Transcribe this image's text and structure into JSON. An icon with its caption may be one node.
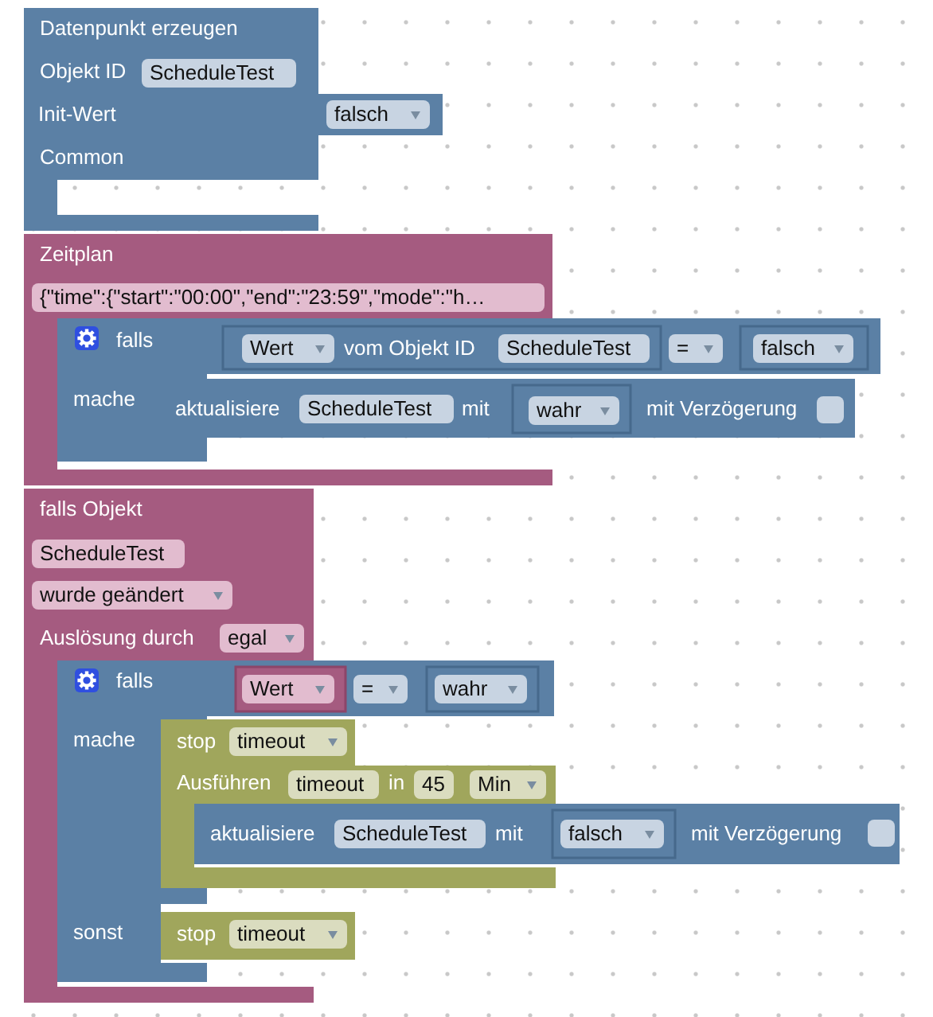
{
  "diagram": {
    "nodes": [
      {
        "text": [
          "Datenpunkt erzeugen",
          "Objekt ID",
          "Init-Wert",
          "Common"
        ]
      },
      {
        "text": [
          "ScheduleTest"
        ],
        "in": 0
      },
      {
        "text": [],
        "shape": "box"
      },
      {
        "text": [
          "falsch"
        ],
        "in": 2
      },
      {
        "text": [
          "Zeitplan"
        ]
      },
      {
        "text": [
          "{\"time\":{\"start\":\"00:00\",\"end\":\"23:59\",\"mode\":\"h…"
        ],
        "in": 4
      },
      {
        "text": [
          "falls",
          "mache"
        ],
        "in": 4
      },
      {
        "text": [],
        "shape": "box"
      },
      {
        "text": [
          "vom Objekt ID"
        ],
        "in": 7
      },
      {
        "text": [
          "Wert"
        ],
        "in": 8
      },
      {
        "text": [
          "ScheduleTest"
        ],
        "in": 8
      },
      {
        "text": [
          "="
        ],
        "in": 7
      },
      {
        "text": [],
        "shape": "box",
        "in": 7
      },
      {
        "text": [
          "falsch"
        ],
        "in": 12
      },
      {
        "text": [
          "aktualisiere",
          "mit",
          "mit Verzögerung"
        ]
      },
      {
        "text": [
          "ScheduleTest"
        ],
        "in": 14
      },
      {
        "text": [],
        "shape": "box",
        "in": 14
      },
      {
        "text": [
          "wahr"
        ],
        "in": 16
      },
      {
        "text": [
          "falls Objekt",
          "Auslösung durch"
        ]
      },
      {
        "text": [
          "ScheduleTest"
        ],
        "in": 18
      },
      {
        "text": [
          "wurde geändert"
        ],
        "in": 18
      },
      {
        "text": [
          "egal"
        ],
        "in": 18
      },
      {
        "text": [
          "falls",
          "mache",
          "sonst"
        ],
        "in": 18
      },
      {
        "text": [],
        "shape": "box"
      },
      {
        "text": [],
        "shape": "box",
        "in": 23
      },
      {
        "text": [
          "Wert"
        ],
        "in": 24
      },
      {
        "text": [
          "="
        ],
        "in": 23
      },
      {
        "text": [],
        "shape": "box",
        "in": 23
      },
      {
        "text": [
          "wahr"
        ],
        "in": 27
      },
      {
        "text": [
          "stop"
        ]
      },
      {
        "text": [
          "timeout"
        ],
        "in": 29
      },
      {
        "text": [
          "Ausführen",
          "in"
        ]
      },
      {
        "text": [
          "timeout"
        ],
        "in": 31
      },
      {
        "text": [
          "45"
        ],
        "in": 31
      },
      {
        "text": [
          "Min"
        ],
        "in": 31
      },
      {
        "text": [
          "aktualisiere",
          "mit",
          "mit Verzögerung"
        ]
      },
      {
        "text": [
          "ScheduleTest"
        ],
        "in": 35
      },
      {
        "text": [],
        "shape": "box",
        "in": 35
      },
      {
        "text": [
          "falsch"
        ],
        "in": 37
      },
      {
        "text": [
          "stop"
        ]
      },
      {
        "text": [
          "timeout"
        ],
        "in": 39
      }
    ]
  }
}
